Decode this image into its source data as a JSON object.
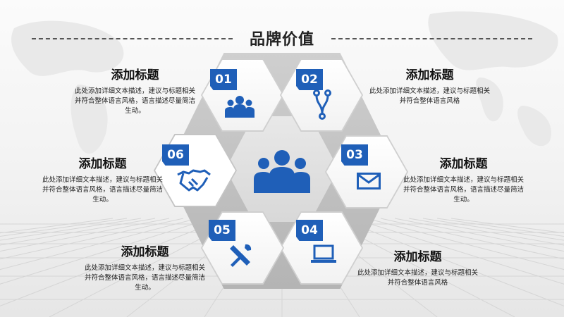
{
  "header": {
    "title": "品牌价值"
  },
  "items": [
    {
      "number": "01",
      "icon": "group-icon",
      "title": "添加标题",
      "description": "此处添加详细文本描述，建议与标题相关并符合整体语言风格，语言描述尽量简洁生动。"
    },
    {
      "number": "02",
      "icon": "branch-icon",
      "title": "添加标题",
      "description": "此处添加详细文本描述，建议与标题相关并符合整体语言风格"
    },
    {
      "number": "03",
      "icon": "mail-icon",
      "title": "添加标题",
      "description": "此处添加详细文本描述，建议与标题相关并符合整体语言风格，语言描述尽量简洁生动。"
    },
    {
      "number": "04",
      "icon": "laptop-icon",
      "title": "添加标题",
      "description": "此处添加详细文本描述，建议与标题相关并符合整体语言风格"
    },
    {
      "number": "05",
      "icon": "tools-icon",
      "title": "添加标题",
      "description": "此处添加详细文本描述，建议与标题相关并符合整体语言风格，语言描述尽量简洁生动。"
    },
    {
      "number": "06",
      "icon": "handshake-icon",
      "title": "添加标题",
      "description": "此处添加详细文本描述，建议与标题相关并符合整体语言风格，语言描述尽量简洁生动。"
    }
  ],
  "center": {
    "icon": "team-icon"
  },
  "colors": {
    "accent": "#1f5fb8",
    "hex_frame": "#bdbdbd",
    "background": "#f2f2f2"
  }
}
